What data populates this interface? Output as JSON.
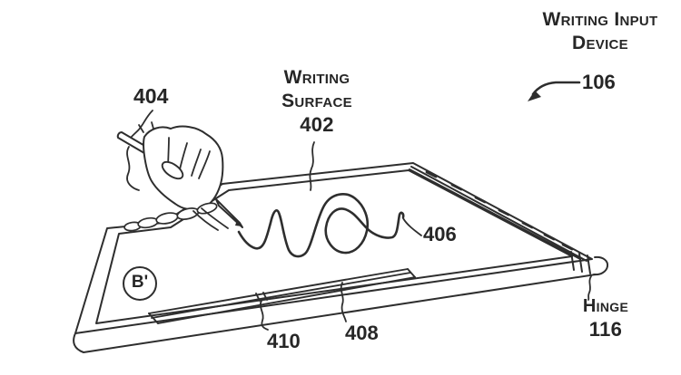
{
  "figure": {
    "background": "#ffffff",
    "ink_color": "#2e2e2e",
    "device_title": {
      "line1": "Writing Input",
      "line2": "Device",
      "ref": "106"
    },
    "surface": {
      "line1": "Writing",
      "line2": "Surface",
      "ref": "402"
    },
    "stylus_ref": "404",
    "stroke_ref": "406",
    "tray_ref": "408",
    "divider_ref": "410",
    "hinge": {
      "name": "Hinge",
      "ref": "116"
    },
    "section_marker": "B'"
  }
}
